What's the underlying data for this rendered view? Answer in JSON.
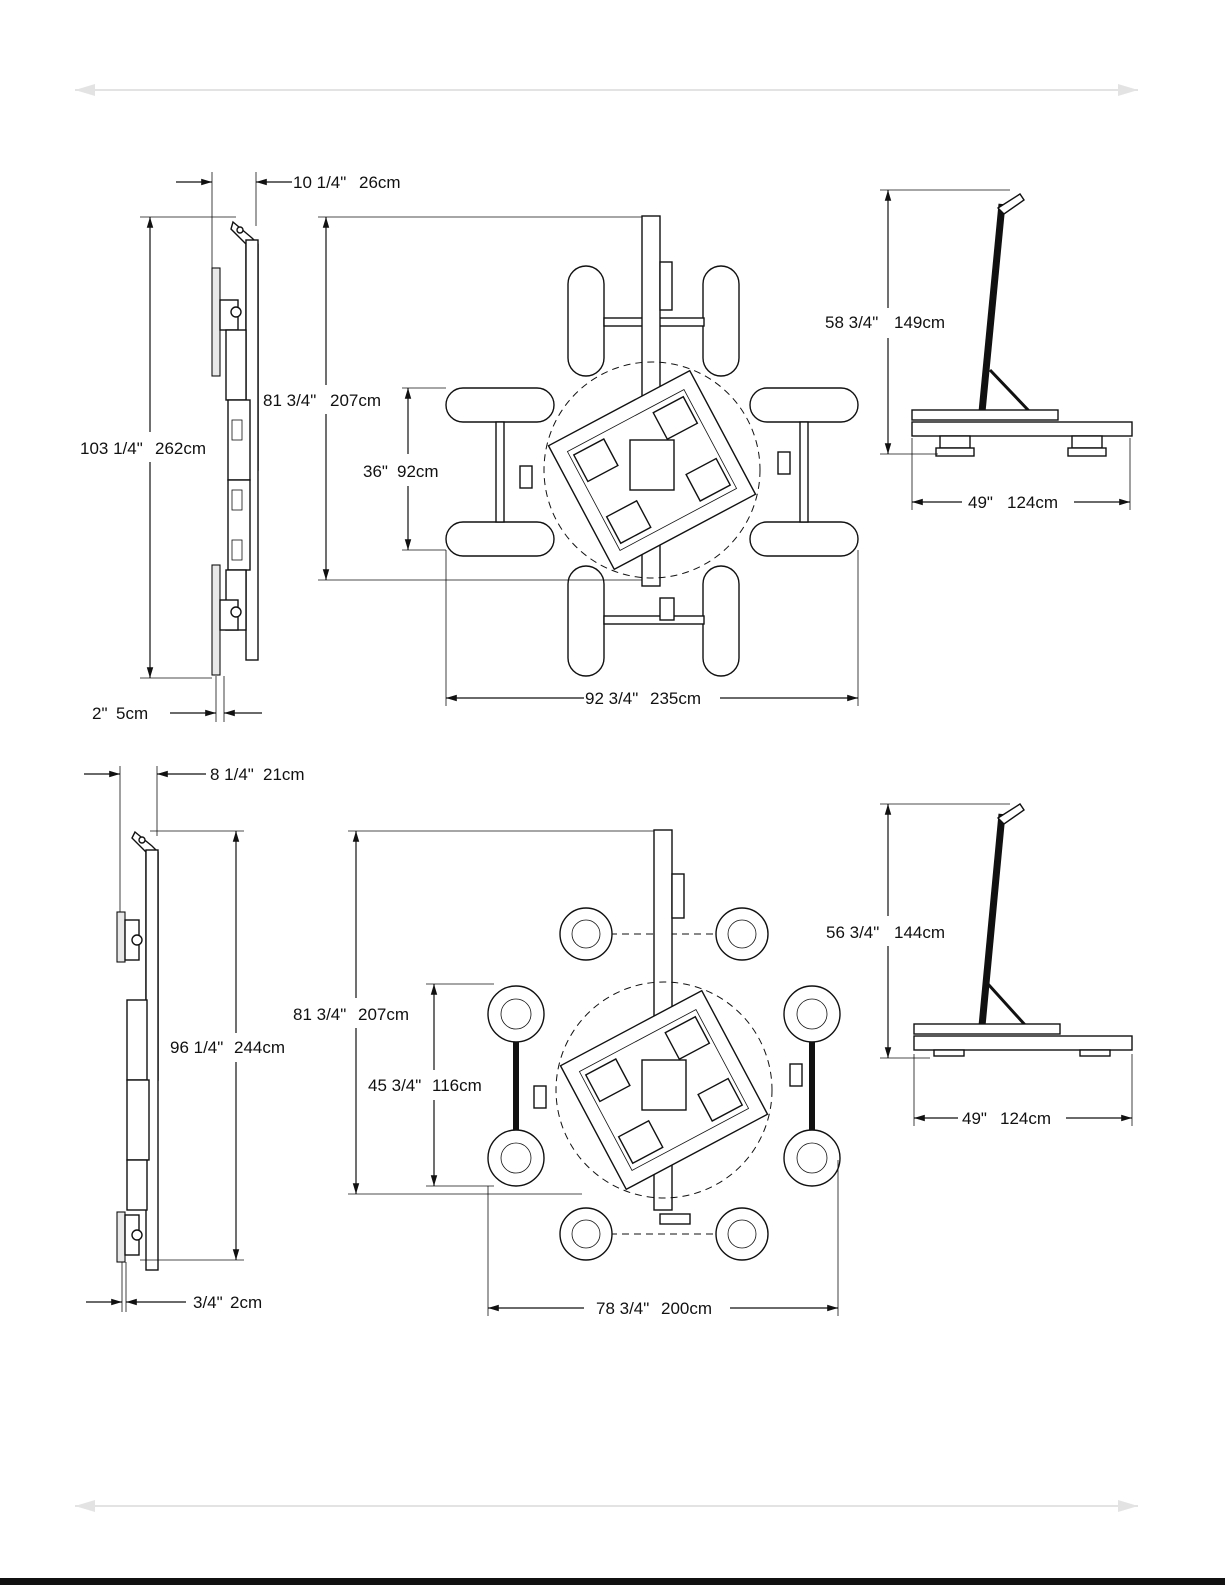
{
  "sheet": {
    "dimensions": {
      "side_top_offset": {
        "in": "10 1/4\"",
        "cm": "26cm"
      },
      "side_top_height": {
        "in": "103 1/4\"",
        "cm": "262cm"
      },
      "side_top_bottom": {
        "in": "2\"",
        "cm": "5cm"
      },
      "plan_top_height": {
        "in": "81 3/4\"",
        "cm": "207cm"
      },
      "plan_top_pad": {
        "in": "36\"",
        "cm": "92cm"
      },
      "plan_top_width": {
        "in": "92 3/4\"",
        "cm": "235cm"
      },
      "elev_top_height": {
        "in": "58 3/4\"",
        "cm": "149cm"
      },
      "elev_top_width": {
        "in": "49\"",
        "cm": "124cm"
      },
      "side_bot_offset": {
        "in": "8 1/4\"",
        "cm": "21cm"
      },
      "side_bot_height": {
        "in": "96 1/4\"",
        "cm": "244cm"
      },
      "side_bot_bottom": {
        "in": "3/4\"",
        "cm": "2cm"
      },
      "plan_bot_height": {
        "in": "81 3/4\"",
        "cm": "207cm"
      },
      "plan_bot_pad": {
        "in": "45 3/4\"",
        "cm": "116cm"
      },
      "plan_bot_width": {
        "in": "78 3/4\"",
        "cm": "200cm"
      },
      "elev_bot_height": {
        "in": "56 3/4\"",
        "cm": "144cm"
      },
      "elev_bot_width": {
        "in": "49\"",
        "cm": "124cm"
      }
    }
  }
}
